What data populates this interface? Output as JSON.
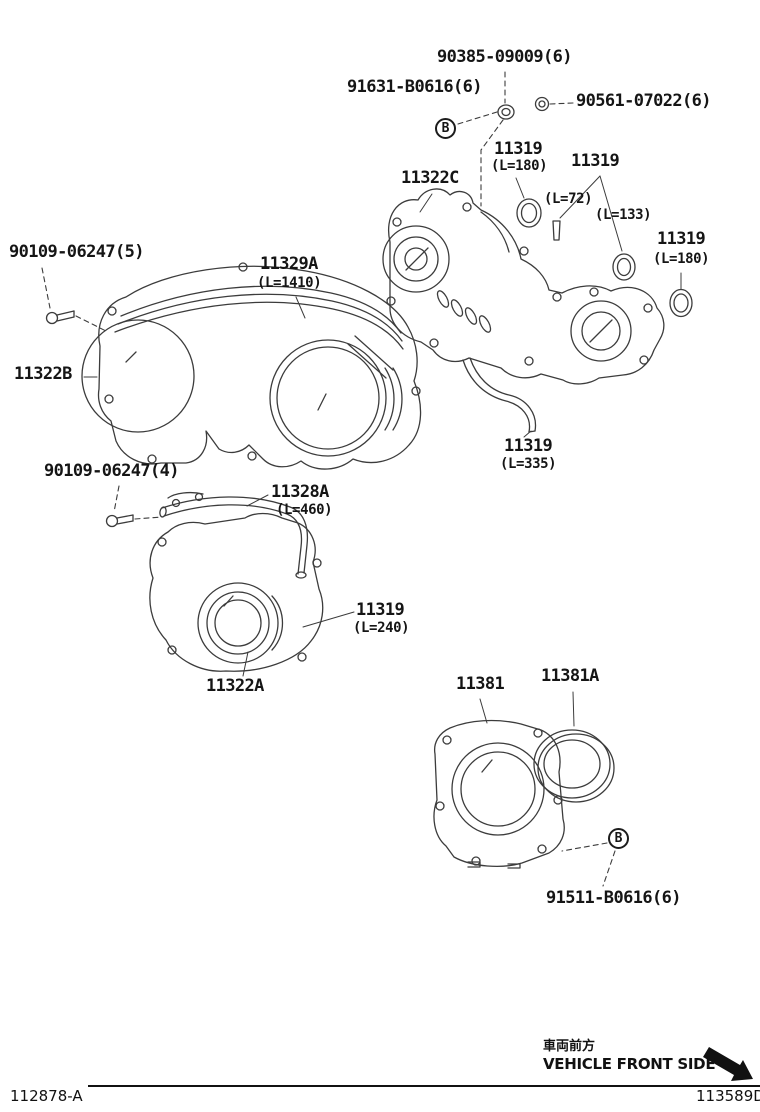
{
  "page": {
    "codes": {
      "left": "112878-A",
      "right": "113589D"
    },
    "front_note": {
      "jp": "車両前方",
      "en": "VEHICLE FRONT SIDE"
    }
  },
  "markers": {
    "b": "B"
  },
  "parts": {
    "nut": {
      "label": "90385-09009(6)"
    },
    "bolt_b": {
      "label": "91631-B0616(6)"
    },
    "washer": {
      "label": "90561-07022(6)"
    },
    "seal_a": {
      "label": "11319",
      "len": "(L=180)"
    },
    "seal_grp": {
      "label": "11319",
      "len_a": "(L=72)",
      "len_b": "(L=133)"
    },
    "cover_c": {
      "label": "11322C"
    },
    "seal_b": {
      "label": "11319",
      "len": "(L=180)"
    },
    "bolt5": {
      "label": "90109-06247(5)"
    },
    "gasket": {
      "label": "11329A",
      "len": "(L=1410)"
    },
    "cover_b": {
      "label": "11322B"
    },
    "seal_c": {
      "label": "11319",
      "len": "(L=335)"
    },
    "bolt4": {
      "label": "90109-06247(4)"
    },
    "pipe": {
      "label": "11328A",
      "len": "(L=460)"
    },
    "seal_d": {
      "label": "11319",
      "len": "(L=240)"
    },
    "cover_a": {
      "label": "11322A"
    },
    "retainer": {
      "label": "11381"
    },
    "rear_seal": {
      "label": "11381A"
    },
    "bolt_b2": {
      "label": "91511-B0616(6)"
    }
  }
}
